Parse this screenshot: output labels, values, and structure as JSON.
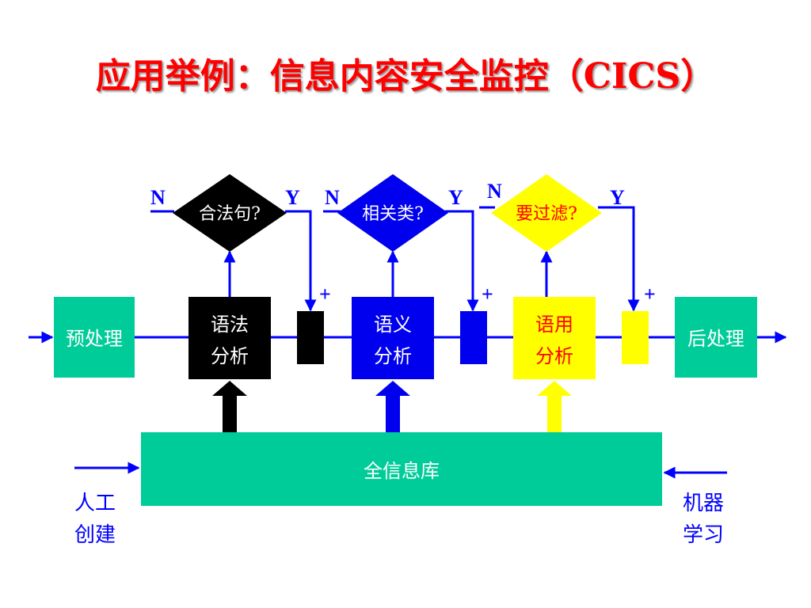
{
  "title": "应用举例：信息内容安全监控（CICS）",
  "colors": {
    "green": "#00cc99",
    "blue": "#0000ee",
    "black": "#000000",
    "yellow": "#ffff00",
    "yellow_text": "#ff0000",
    "line": "#0000ff"
  },
  "boxes": {
    "preprocess": "预处理",
    "postprocess": "后处理",
    "syntax_line1": "语法",
    "syntax_line2": "分析",
    "semantic_line1": "语义",
    "semantic_line2": "分析",
    "pragmatic_line1": "语用",
    "pragmatic_line2": "分析",
    "knowledge_base": "全信息库"
  },
  "decisions": {
    "legal": "合法句?",
    "relevant": "相关类?",
    "filter": "要过滤?"
  },
  "branch_labels": {
    "no": "N",
    "yes": "Y"
  },
  "junction_sign": "+",
  "inputs": {
    "manual_line1": "人工",
    "manual_line2": "创建",
    "machine_line1": "机器",
    "machine_line2": "学习"
  }
}
